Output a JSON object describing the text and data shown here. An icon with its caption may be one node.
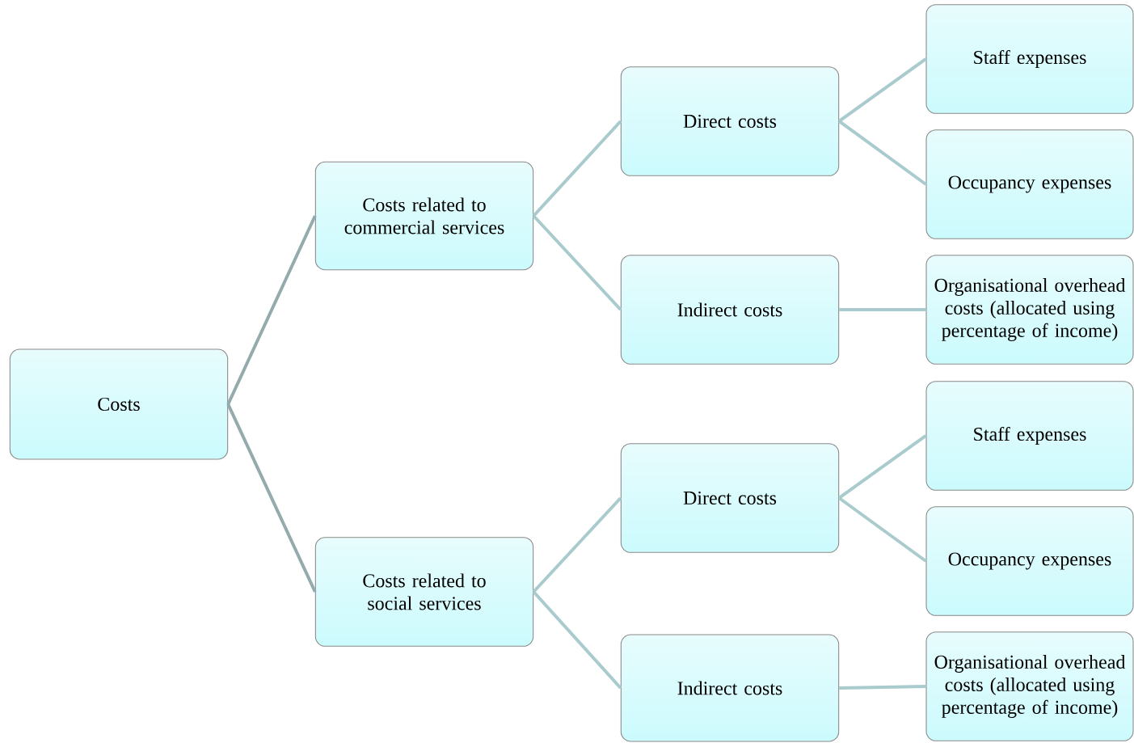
{
  "diagram": {
    "nodes": [
      {
        "text": [
          "Costs"
        ]
      },
      {
        "text": [
          "Costs related to commercial services"
        ]
      },
      {
        "text": [
          "Direct costs"
        ]
      },
      {
        "text": [
          "Staff expenses"
        ]
      },
      {
        "text": [
          "Occupancy expenses"
        ]
      },
      {
        "text": [
          "Indirect costs"
        ]
      },
      {
        "text": [
          "Organisational overhead costs (allocated using percentage of income)"
        ]
      },
      {
        "text": [
          "Costs related to social services"
        ]
      },
      {
        "text": [
          "Direct costs"
        ]
      },
      {
        "text": [
          "Staff expenses"
        ]
      },
      {
        "text": [
          "Occupancy expenses"
        ]
      },
      {
        "text": [
          "Indirect costs"
        ]
      },
      {
        "text": [
          "Organisational overhead costs (allocated using percentage of income)"
        ]
      }
    ],
    "edges": [
      {
        "from": 0,
        "to": 1,
        "arrow": "none",
        "color": "#93abad"
      },
      {
        "from": 0,
        "to": 7,
        "arrow": "none",
        "color": "#93abad"
      },
      {
        "from": 1,
        "to": 2,
        "arrow": "none"
      },
      {
        "from": 1,
        "to": 5,
        "arrow": "none"
      },
      {
        "from": 2,
        "to": 3,
        "arrow": "none"
      },
      {
        "from": 2,
        "to": 4,
        "arrow": "none"
      },
      {
        "from": 5,
        "to": 6,
        "arrow": "none"
      },
      {
        "from": 7,
        "to": 8,
        "arrow": "none"
      },
      {
        "from": 7,
        "to": 11,
        "arrow": "none"
      },
      {
        "from": 8,
        "to": 9,
        "arrow": "none"
      },
      {
        "from": 8,
        "to": 10,
        "arrow": "none"
      },
      {
        "from": 11,
        "to": 12,
        "arrow": "none"
      }
    ]
  }
}
